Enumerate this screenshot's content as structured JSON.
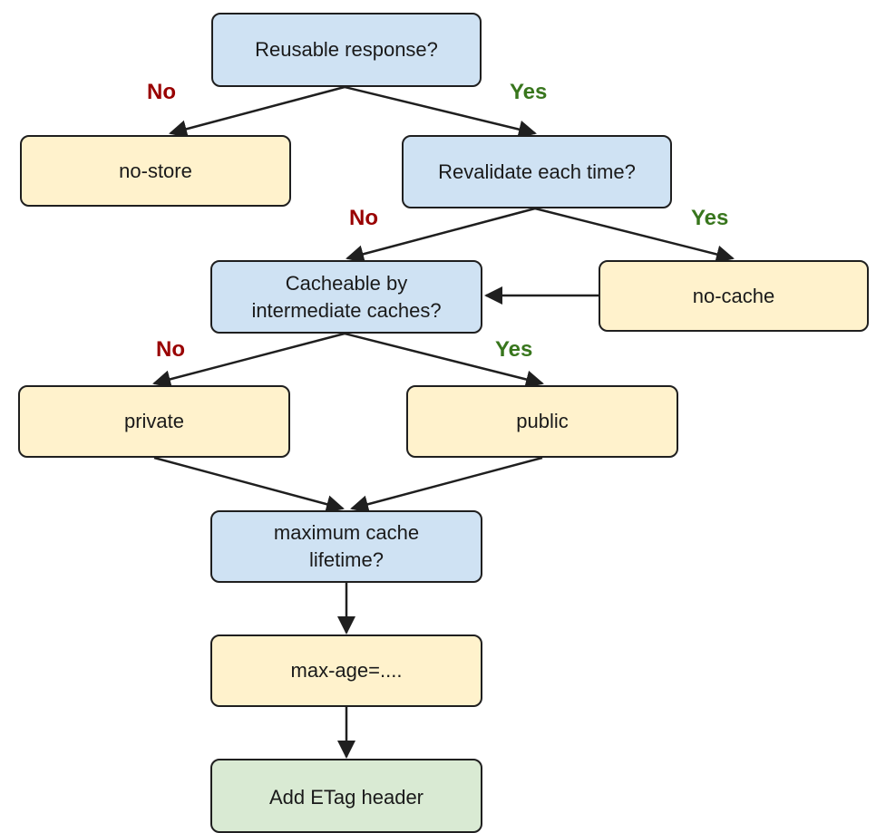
{
  "nodes": {
    "reusable": {
      "lines": [
        "Reusable response?"
      ]
    },
    "no_store": {
      "lines": [
        "no-store"
      ]
    },
    "revalidate": {
      "lines": [
        "Revalidate each time?"
      ]
    },
    "cacheable": {
      "lines": [
        "Cacheable by",
        "intermediate caches?"
      ]
    },
    "no_cache": {
      "lines": [
        "no-cache"
      ]
    },
    "private": {
      "lines": [
        "private"
      ]
    },
    "public": {
      "lines": [
        "public"
      ]
    },
    "max_lifetime": {
      "lines": [
        "maximum cache",
        "lifetime?"
      ]
    },
    "max_age": {
      "lines": [
        "max-age=...."
      ]
    },
    "etag": {
      "lines": [
        "Add ETag header"
      ]
    }
  },
  "labels": {
    "reusable_no": "No",
    "reusable_yes": "Yes",
    "revalidate_no": "No",
    "revalidate_yes": "Yes",
    "cacheable_no": "No",
    "cacheable_yes": "Yes"
  },
  "colors": {
    "question": "#cfe2f3",
    "answer": "#fff2cc",
    "final": "#d9ead3",
    "no": "#990000",
    "yes": "#38761d",
    "stroke": "#1f1f1f"
  }
}
